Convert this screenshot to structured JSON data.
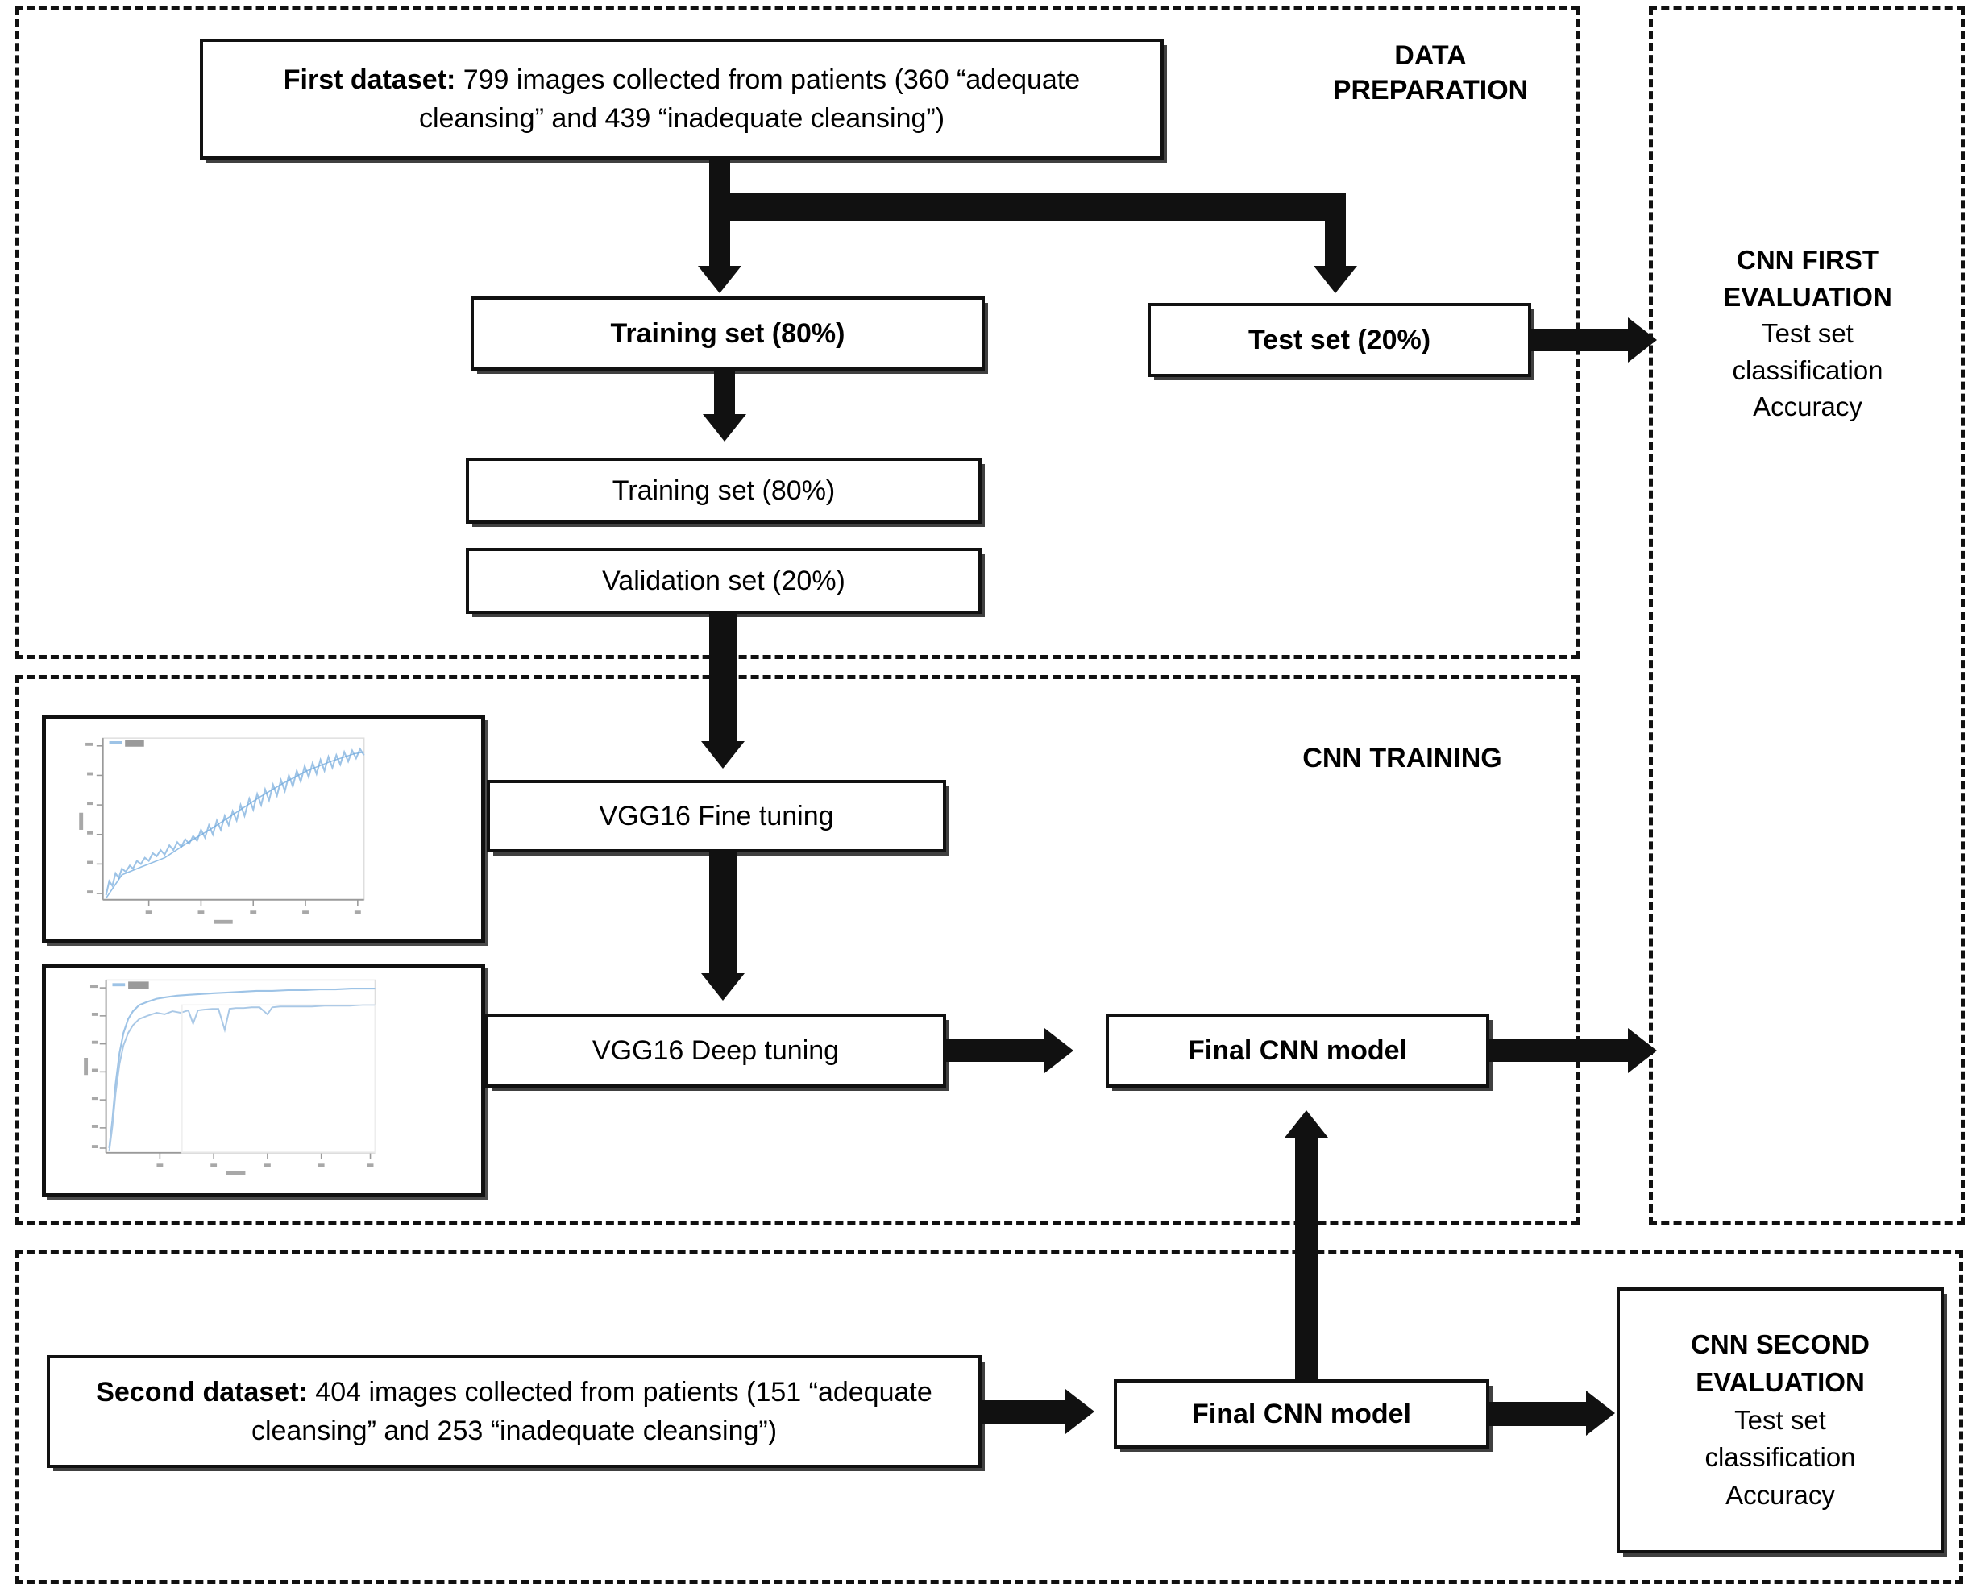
{
  "sections": {
    "data_preparation": {
      "label_line1": "DATA",
      "label_line2": "PREPARATION"
    },
    "cnn_training": {
      "label": "CNN TRAINING"
    }
  },
  "boxes": {
    "first_dataset": {
      "bold_prefix": "First dataset:",
      "text": " 799 images collected from patients (360 “adequate cleansing” and 439 “inadequate cleansing”)",
      "full": "First dataset: 799 images collected from patients (360 “adequate cleansing” and 439 “inadequate cleansing”)"
    },
    "training_set_main": {
      "label": "Training set (80%)"
    },
    "test_set_main": {
      "label": "Test set (20%)"
    },
    "training_set_sub": {
      "label": "Training set (80%)"
    },
    "validation_set_sub": {
      "label": "Validation set (20%)"
    },
    "vgg16_fine_tuning": {
      "label": "VGG16 Fine tuning"
    },
    "vgg16_deep_tuning": {
      "label": "VGG16 Deep tuning"
    },
    "final_cnn_model_top": {
      "label": "Final CNN model"
    },
    "final_cnn_model_bottom": {
      "label": "Final CNN model"
    },
    "second_dataset": {
      "bold_prefix": "Second dataset:",
      "text": " 404 images collected from patients (151 “adequate cleansing” and 253 “inadequate cleansing”)",
      "full": "Second dataset: 404 images collected from patients (151 “adequate cleansing” and 253 “inadequate cleansing”)"
    },
    "cnn_second_evaluation": {
      "heading_line1": "CNN SECOND",
      "heading_line2": "EVALUATION",
      "body_line1": "Test set",
      "body_line2": "classification",
      "body_line3": "Accuracy"
    }
  },
  "evaluations": {
    "first": {
      "heading_line1": "CNN FIRST",
      "heading_line2": "EVALUATION",
      "body_line1": "Test set",
      "body_line2": "classification",
      "body_line3": "Accuracy"
    }
  },
  "colors": {
    "stroke": "#111111",
    "background": "#ffffff",
    "chart_line": "#9dc3e6",
    "chart_line_dark": "#6fa8dc",
    "chart_axis": "#bfbfbf"
  },
  "chart_data": [
    {
      "type": "line",
      "name": "fine-tuning-accuracy-curve",
      "title": "",
      "xlabel": "epochs",
      "ylabel": "accuracy",
      "grid": false,
      "legend": "top-left",
      "xlim": [
        0,
        100
      ],
      "ylim": [
        0.45,
        1.0
      ],
      "series": [
        {
          "name": "acc",
          "x": [
            0,
            2,
            4,
            6,
            8,
            10,
            12,
            14,
            16,
            18,
            20,
            22,
            24,
            26,
            28,
            30,
            32,
            34,
            36,
            38,
            40,
            42,
            44,
            46,
            48,
            50,
            52,
            54,
            56,
            58,
            60,
            62,
            64,
            66,
            68,
            70,
            72,
            74,
            76,
            78,
            80,
            82,
            84,
            86,
            88,
            90,
            92,
            94,
            96,
            98,
            100
          ],
          "y": [
            0.47,
            0.53,
            0.58,
            0.56,
            0.59,
            0.6,
            0.59,
            0.62,
            0.63,
            0.62,
            0.65,
            0.64,
            0.67,
            0.66,
            0.69,
            0.68,
            0.7,
            0.69,
            0.72,
            0.71,
            0.74,
            0.72,
            0.76,
            0.74,
            0.78,
            0.75,
            0.8,
            0.78,
            0.82,
            0.8,
            0.84,
            0.81,
            0.86,
            0.83,
            0.87,
            0.85,
            0.89,
            0.86,
            0.9,
            0.88,
            0.92,
            0.89,
            0.93,
            0.9,
            0.94,
            0.91,
            0.95,
            0.92,
            0.96,
            0.93,
            0.96
          ]
        }
      ]
    },
    {
      "type": "line",
      "name": "deep-tuning-accuracy-curve",
      "title": "",
      "xlabel": "epochs",
      "ylabel": "accuracy",
      "grid": false,
      "legend": "top-left",
      "xlim": [
        0,
        100
      ],
      "ylim": [
        0.3,
        1.0
      ],
      "series": [
        {
          "name": "train acc",
          "x": [
            0,
            2,
            4,
            6,
            8,
            10,
            14,
            18,
            22,
            26,
            30,
            34,
            38,
            42,
            46,
            50,
            54,
            58,
            62,
            66,
            70,
            74,
            78,
            82,
            86,
            90,
            94,
            98,
            100
          ],
          "y": [
            0.33,
            0.62,
            0.8,
            0.88,
            0.9,
            0.92,
            0.93,
            0.94,
            0.945,
            0.95,
            0.955,
            0.96,
            0.962,
            0.965,
            0.968,
            0.97,
            0.972,
            0.974,
            0.975,
            0.976,
            0.977,
            0.978,
            0.979,
            0.98,
            0.981,
            0.982,
            0.983,
            0.984,
            0.984
          ]
        },
        {
          "name": "val acc",
          "x": [
            0,
            2,
            4,
            6,
            8,
            10,
            14,
            18,
            22,
            26,
            30,
            34,
            38,
            42,
            46,
            50,
            54,
            58,
            62,
            66,
            70,
            74,
            78,
            82,
            86,
            90,
            94,
            98,
            100
          ],
          "y": [
            0.31,
            0.58,
            0.76,
            0.84,
            0.86,
            0.88,
            0.9,
            0.905,
            0.88,
            0.91,
            0.86,
            0.912,
            0.915,
            0.84,
            0.918,
            0.92,
            0.92,
            0.921,
            0.922,
            0.923,
            0.923,
            0.924,
            0.924,
            0.925,
            0.925,
            0.926,
            0.926,
            0.927,
            0.927
          ]
        }
      ]
    }
  ]
}
